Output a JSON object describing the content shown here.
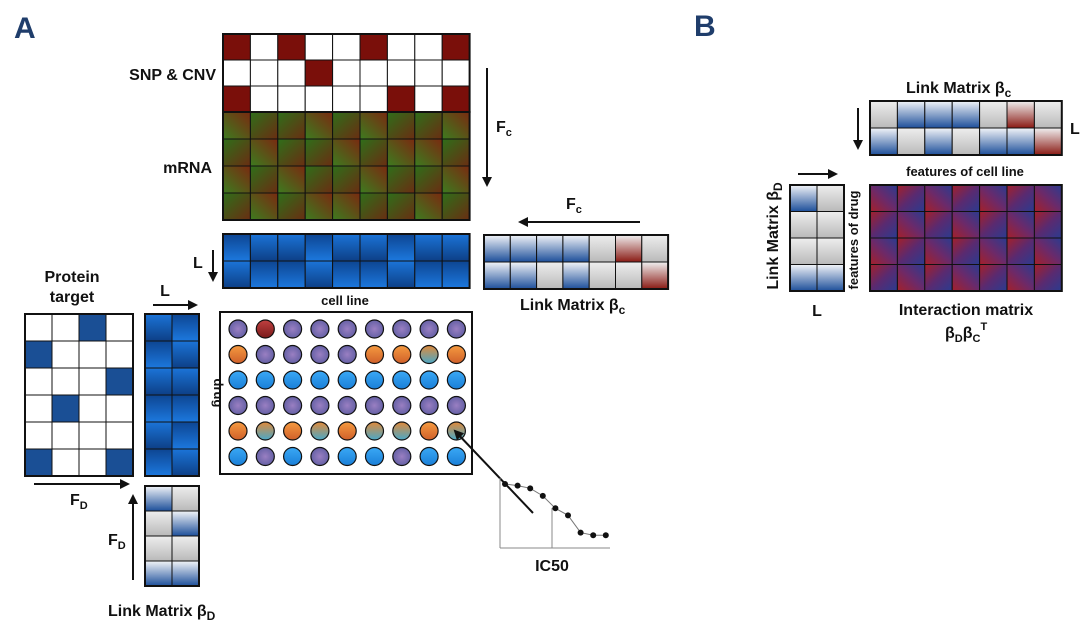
{
  "colors": {
    "panel_letter": "#1f3d6b",
    "snp_red": "#7a0f0a",
    "mrna_green": "#3f7a1c",
    "mrna_red": "#7a1f10",
    "blue": "#1565c0",
    "blue_light": "#4a90e2",
    "gray": "#c8c8c8",
    "dot_blue": "#2196f3",
    "dot_orange": "#f08030",
    "dot_purple": "#8a6bb0",
    "dot_red": "#b03030",
    "heat_red": "#a3202b",
    "heat_blue": "#2b3b8f"
  },
  "panel_a": {
    "letter": "A",
    "snp_cnv_label": "SNP & CNV",
    "mrna_label": "mRNA",
    "fc_label_main": "F",
    "fc_label_sub": "c",
    "l_label": "L",
    "cell_line_label": "cell line",
    "drug_label": "drug",
    "protein_target_line1": "Protein",
    "protein_target_line2": "target",
    "fd_label_main": "F",
    "fd_label_sub": "D",
    "link_matrix_c_main": "Link Matrix β",
    "link_matrix_c_sub": "c",
    "link_matrix_d_main": "Link Matrix β",
    "link_matrix_d_sub": "D",
    "ic50_label": "IC50",
    "snp_matrix": [
      [
        1,
        0,
        1,
        0,
        0,
        1,
        0,
        0,
        1
      ],
      [
        0,
        0,
        0,
        1,
        0,
        0,
        0,
        0,
        0
      ],
      [
        1,
        0,
        0,
        0,
        0,
        0,
        1,
        0,
        1
      ]
    ],
    "protein_matrix": [
      [
        0,
        0,
        1,
        0
      ],
      [
        1,
        0,
        0,
        0
      ],
      [
        0,
        0,
        0,
        1
      ],
      [
        0,
        1,
        0,
        0
      ],
      [
        0,
        0,
        0,
        0
      ],
      [
        1,
        0,
        0,
        1
      ]
    ],
    "link_c_matrix": [
      [
        "b",
        "b",
        "b",
        "b",
        "g",
        "r",
        "g"
      ],
      [
        "b",
        "b",
        "g",
        "b",
        "g",
        "g",
        "r"
      ]
    ],
    "link_d_matrix": [
      [
        "b",
        "g"
      ],
      [
        "g",
        "b"
      ],
      [
        "g",
        "g"
      ],
      [
        "b",
        "b"
      ]
    ],
    "drug_dots": [
      [
        "p",
        "r",
        "p",
        "p",
        "p",
        "p",
        "p",
        "p",
        "p"
      ],
      [
        "o",
        "p",
        "p",
        "p",
        "p",
        "o",
        "o",
        "t",
        "o"
      ],
      [
        "b",
        "b",
        "b",
        "b",
        "b",
        "b",
        "b",
        "b",
        "b"
      ],
      [
        "p",
        "p",
        "p",
        "p",
        "p",
        "p",
        "p",
        "p",
        "p"
      ],
      [
        "o",
        "t",
        "o",
        "t",
        "o",
        "t",
        "t",
        "o",
        "t"
      ],
      [
        "b",
        "p",
        "b",
        "p",
        "b",
        "b",
        "p",
        "b",
        "b"
      ]
    ],
    "ic50_curve": [
      1.0,
      0.97,
      0.92,
      0.78,
      0.55,
      0.42,
      0.1,
      0.05,
      0.05
    ]
  },
  "panel_b": {
    "letter": "B",
    "link_matrix_c_main": "Link Matrix β",
    "link_matrix_c_sub": "c",
    "l_label": "L",
    "features_cell_line": "features of cell line",
    "link_matrix_d_main": "Link Matrix β",
    "link_matrix_d_sub": "D",
    "features_drug": "features of drug",
    "interaction_title": "Interaction matrix",
    "interaction_formula_b1": "β",
    "interaction_formula_s1": "D",
    "interaction_formula_b2": "β",
    "interaction_formula_s2": "C",
    "interaction_formula_sup": "T",
    "link_c_matrix": [
      [
        "g",
        "b",
        "b",
        "b",
        "g",
        "r",
        "g"
      ],
      [
        "b",
        "g",
        "b",
        "g",
        "b",
        "b",
        "r"
      ]
    ],
    "link_d_matrix": [
      [
        "b",
        "g"
      ],
      [
        "g",
        "g"
      ],
      [
        "g",
        "g"
      ],
      [
        "b",
        "b"
      ]
    ]
  }
}
